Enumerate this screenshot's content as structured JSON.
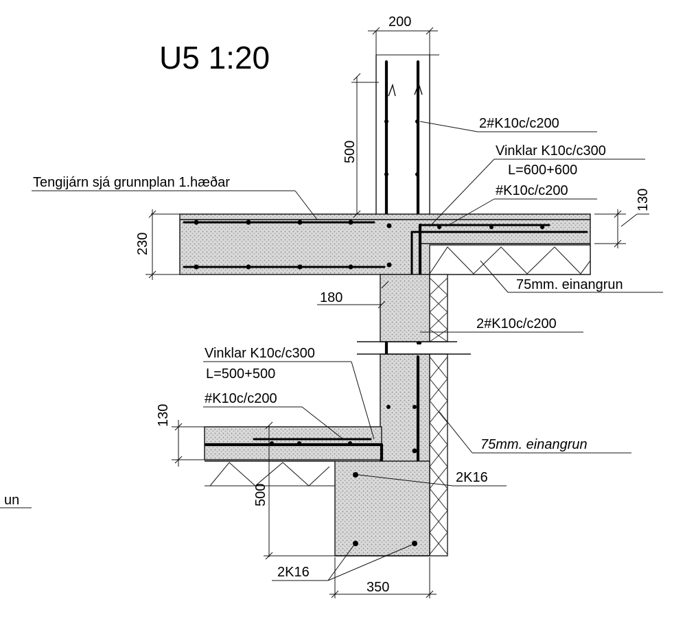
{
  "title": "U5 1:20",
  "dimensions": {
    "wall_thickness_top": "200",
    "anchor_length_top": "500",
    "slab_thickness": "230",
    "floor_layer_top": "130",
    "wall_thickness_mid": "180",
    "floor_layer_bottom": "130",
    "anchor_length_bottom": "500",
    "footing_width": "350"
  },
  "labels": {
    "wall_rebar_top": "2#K10c/c200",
    "stirrups_upper": "Vinklar K10c/c300",
    "stirrups_upper_length": "L=600+600",
    "mesh_upper": "#K10c/c200",
    "tie_bars": "Tengijárn sjá grunnplan 1.hæðar",
    "insulation_upper": "75mm. einangrun",
    "wall_rebar_mid": "2#K10c/c200",
    "stirrups_lower": "Vinklar K10c/c300",
    "stirrups_lower_length": "L=500+500",
    "mesh_lower": "#K10c/c200",
    "insulation_lower": "75mm. einangrun",
    "footing_bars_right": "2K16",
    "footing_bars_bottom": "2K16",
    "partial_left": "un"
  }
}
